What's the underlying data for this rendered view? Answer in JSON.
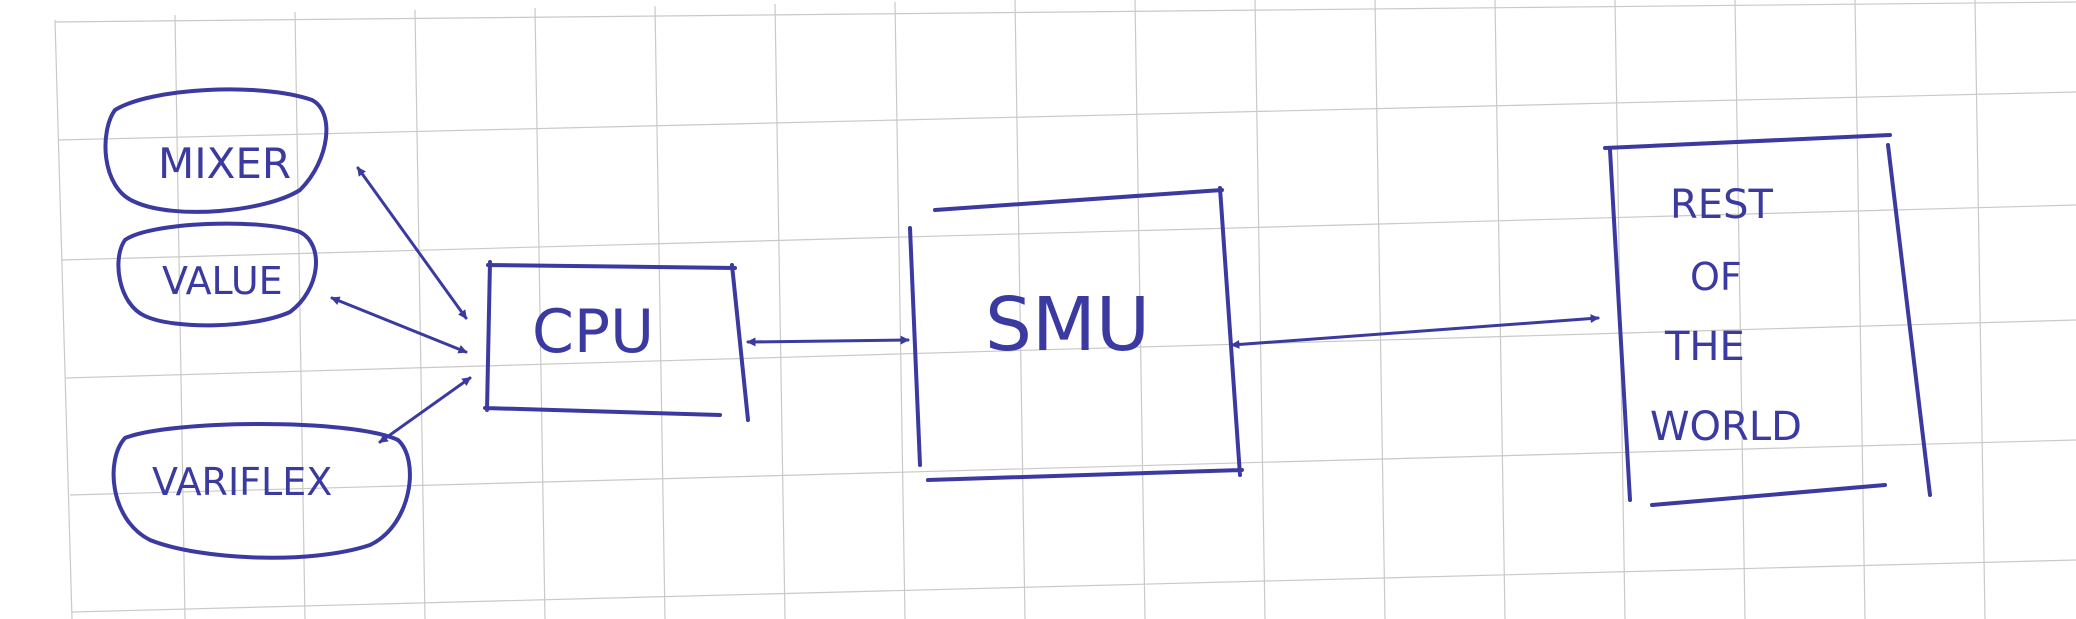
{
  "ink_color": "#3a3aa0",
  "grid_color": "#c9c9c9",
  "nodes": {
    "mixer": "MIXER",
    "value": "VALUE",
    "variflex": "VARIFLEX",
    "cpu": "CPU",
    "smu": "SMU",
    "rest_line1": "REST",
    "rest_line2": "OF",
    "rest_line3": "THE",
    "rest_line4": "WORLD"
  }
}
